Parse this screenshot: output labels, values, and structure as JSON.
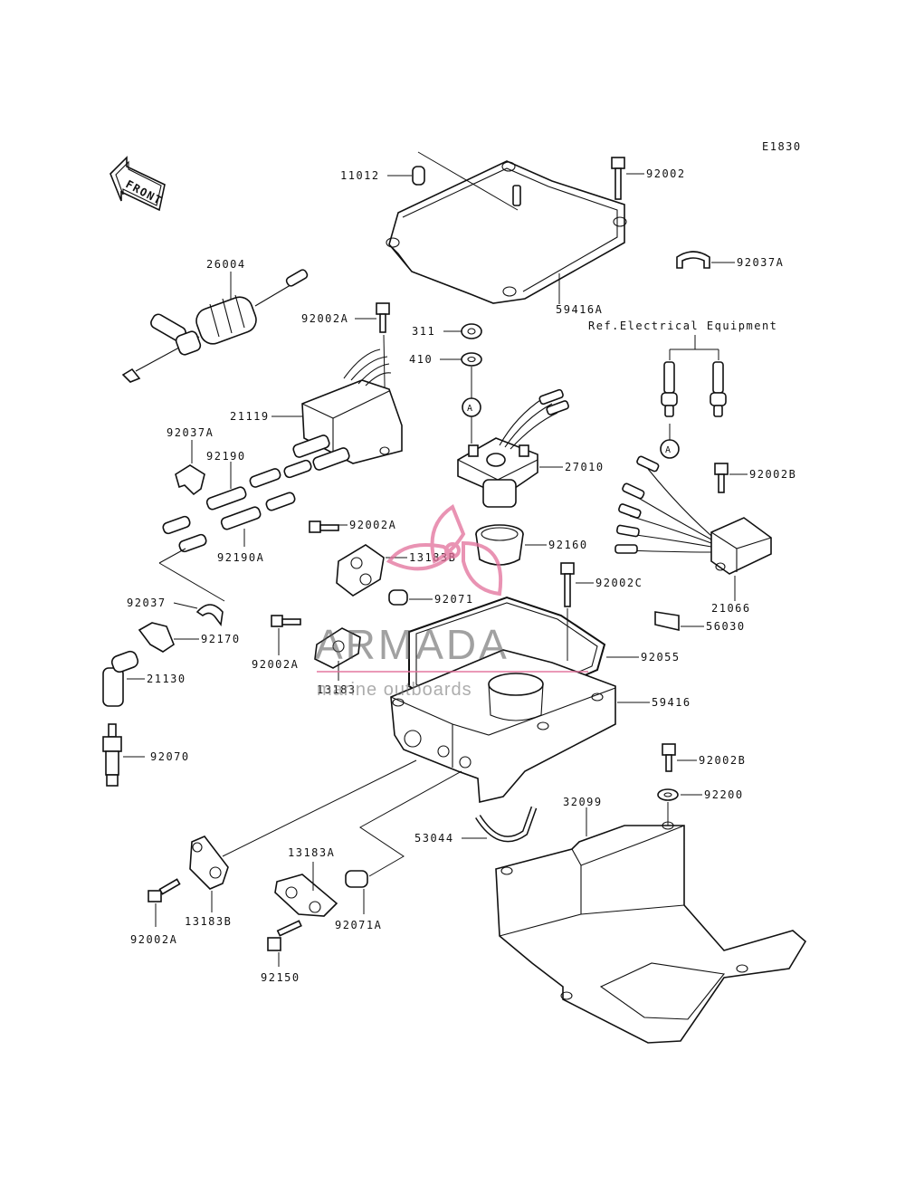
{
  "diagram_code": "E1830",
  "front_label": "FRONT",
  "reference_note": "Ref.Electrical Equipment",
  "connector_marker": "A",
  "watermark": {
    "brand": "ARMADA",
    "tagline": "marine outboards",
    "color": "#e26f9a"
  },
  "part_labels": {
    "p11012": "11012",
    "p92002": "92002",
    "p92037A_top": "92037A",
    "p59416A": "59416A",
    "p26004": "26004",
    "p92002A_top": "92002A",
    "p311": "311",
    "p410": "410",
    "p21119": "21119",
    "p27010": "27010",
    "p92037A_left": "92037A",
    "p92190": "92190",
    "p92002B_top": "92002B",
    "p92002A_mid": "92002A",
    "p92190A": "92190A",
    "p13183B_mid": "13183B",
    "p92160": "92160",
    "p92002C": "92002C",
    "p92037": "92037",
    "p92071": "92071",
    "p21066": "21066",
    "p56030": "56030",
    "p92170": "92170",
    "p92002A_left": "92002A",
    "p92055": "92055",
    "p21130": "21130",
    "p13183": "13183",
    "p59416": "59416",
    "p92070": "92070",
    "p92002B_bot": "92002B",
    "p32099": "32099",
    "p92200": "92200",
    "p53044": "53044",
    "p13183A": "13183A",
    "p92002A_bot": "92002A",
    "p13183B_bot": "13183B",
    "p92071A": "92071A",
    "p92150": "92150"
  }
}
